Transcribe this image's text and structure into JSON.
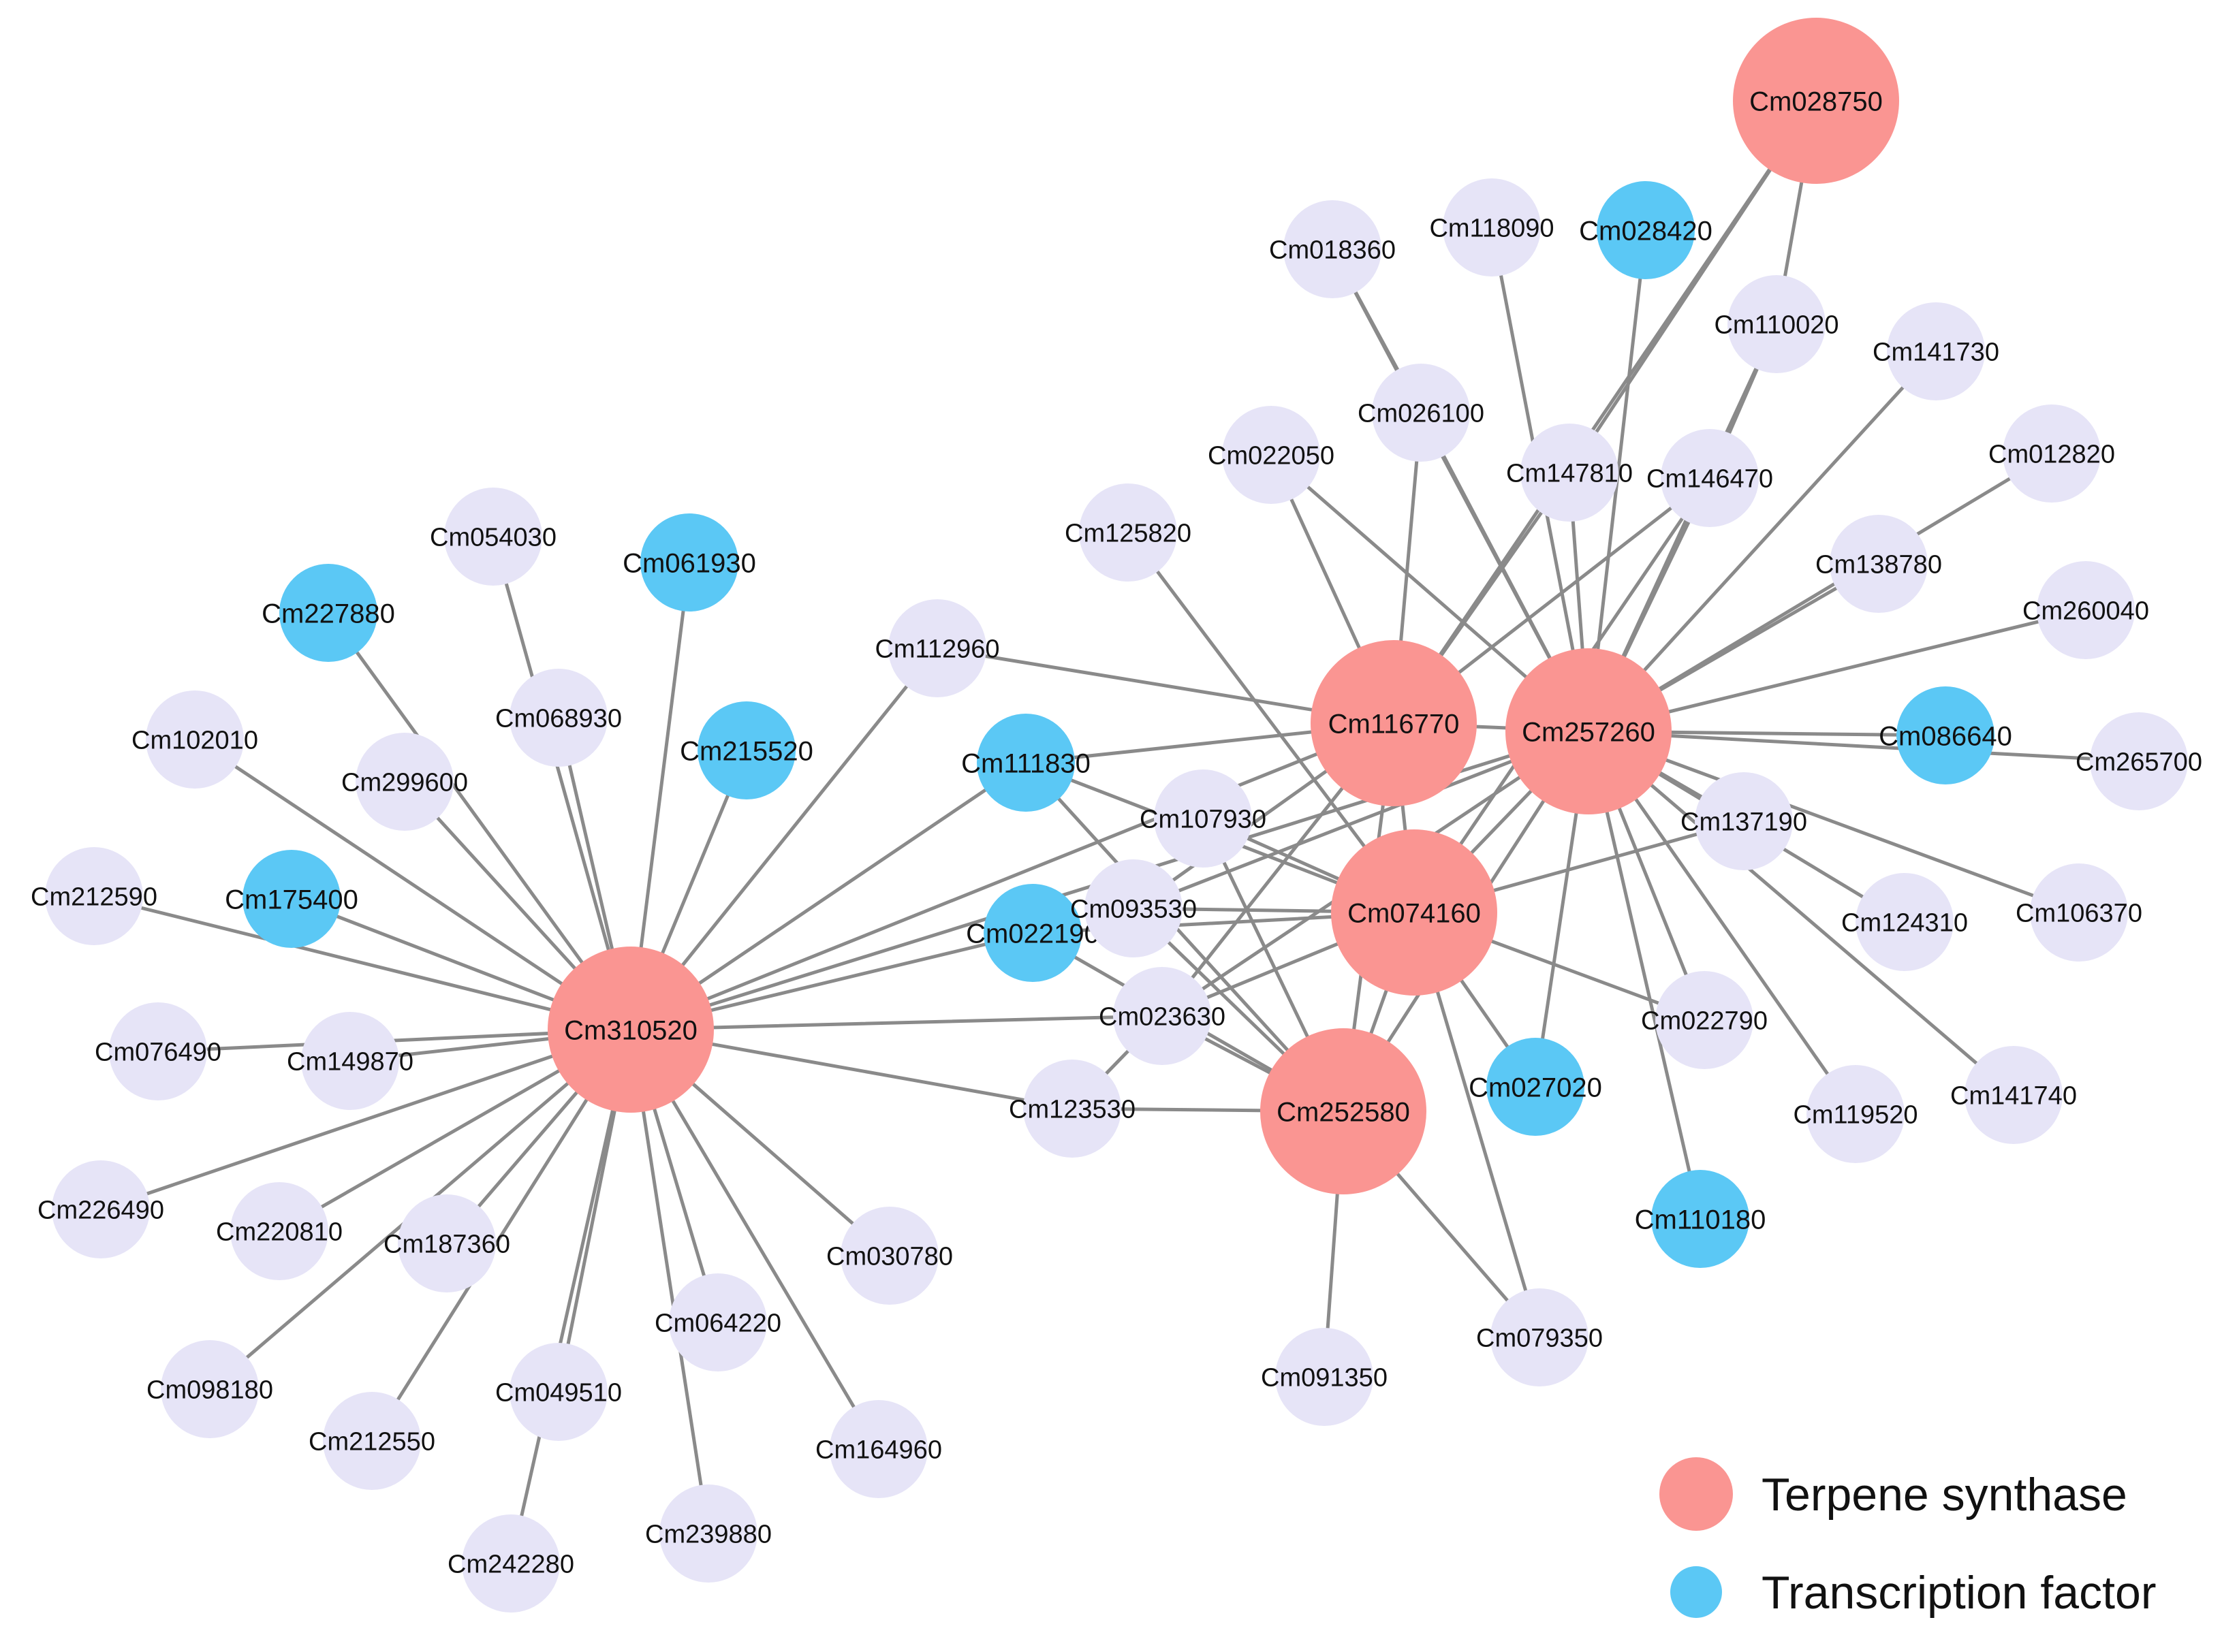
{
  "colors": {
    "terpene": "#fa9592",
    "tf": "#5bc8f5",
    "other": "#e6e4f7",
    "edge": "#8a8a8a",
    "text": "#111111"
  },
  "legend": [
    {
      "label": "Terpene synthase",
      "type": "terpene"
    },
    {
      "label": "Transcription factor",
      "type": "tf"
    }
  ],
  "nodes": [
    {
      "id": "Cm310520",
      "type": "terpene"
    },
    {
      "id": "Cm116770",
      "type": "terpene"
    },
    {
      "id": "Cm257260",
      "type": "terpene"
    },
    {
      "id": "Cm074160",
      "type": "terpene"
    },
    {
      "id": "Cm252580",
      "type": "terpene"
    },
    {
      "id": "Cm028750",
      "type": "terpene"
    },
    {
      "id": "Cm227880",
      "type": "tf"
    },
    {
      "id": "Cm061930",
      "type": "tf"
    },
    {
      "id": "Cm215520",
      "type": "tf"
    },
    {
      "id": "Cm175400",
      "type": "tf"
    },
    {
      "id": "Cm111830",
      "type": "tf"
    },
    {
      "id": "Cm022190",
      "type": "tf"
    },
    {
      "id": "Cm028420",
      "type": "tf"
    },
    {
      "id": "Cm086640",
      "type": "tf"
    },
    {
      "id": "Cm027020",
      "type": "tf"
    },
    {
      "id": "Cm110180",
      "type": "tf"
    },
    {
      "id": "Cm054030",
      "type": "other"
    },
    {
      "id": "Cm068930",
      "type": "other"
    },
    {
      "id": "Cm102010",
      "type": "other"
    },
    {
      "id": "Cm299600",
      "type": "other"
    },
    {
      "id": "Cm212590",
      "type": "other"
    },
    {
      "id": "Cm076490",
      "type": "other"
    },
    {
      "id": "Cm149870",
      "type": "other"
    },
    {
      "id": "Cm226490",
      "type": "other"
    },
    {
      "id": "Cm220810",
      "type": "other"
    },
    {
      "id": "Cm187360",
      "type": "other"
    },
    {
      "id": "Cm098180",
      "type": "other"
    },
    {
      "id": "Cm212550",
      "type": "other"
    },
    {
      "id": "Cm049510",
      "type": "other"
    },
    {
      "id": "Cm242280",
      "type": "other"
    },
    {
      "id": "Cm064220",
      "type": "other"
    },
    {
      "id": "Cm239880",
      "type": "other"
    },
    {
      "id": "Cm030780",
      "type": "other"
    },
    {
      "id": "Cm164960",
      "type": "other"
    },
    {
      "id": "Cm112960",
      "type": "other"
    },
    {
      "id": "Cm107930",
      "type": "other"
    },
    {
      "id": "Cm093530",
      "type": "other"
    },
    {
      "id": "Cm023630",
      "type": "other"
    },
    {
      "id": "Cm123530",
      "type": "other"
    },
    {
      "id": "Cm125820",
      "type": "other"
    },
    {
      "id": "Cm022050",
      "type": "other"
    },
    {
      "id": "Cm018360",
      "type": "other"
    },
    {
      "id": "Cm026100",
      "type": "other"
    },
    {
      "id": "Cm118090",
      "type": "other"
    },
    {
      "id": "Cm147810",
      "type": "other"
    },
    {
      "id": "Cm146470",
      "type": "other"
    },
    {
      "id": "Cm110020",
      "type": "other"
    },
    {
      "id": "Cm141730",
      "type": "other"
    },
    {
      "id": "Cm012820",
      "type": "other"
    },
    {
      "id": "Cm138780",
      "type": "other"
    },
    {
      "id": "Cm260040",
      "type": "other"
    },
    {
      "id": "Cm265700",
      "type": "other"
    },
    {
      "id": "Cm137190",
      "type": "other"
    },
    {
      "id": "Cm124310",
      "type": "other"
    },
    {
      "id": "Cm106370",
      "type": "other"
    },
    {
      "id": "Cm022790",
      "type": "other"
    },
    {
      "id": "Cm119520",
      "type": "other"
    },
    {
      "id": "Cm141740",
      "type": "other"
    },
    {
      "id": "Cm079350",
      "type": "other"
    },
    {
      "id": "Cm091350",
      "type": "other"
    }
  ],
  "edges": [
    [
      "Cm310520",
      "Cm227880"
    ],
    [
      "Cm310520",
      "Cm054030"
    ],
    [
      "Cm310520",
      "Cm061930"
    ],
    [
      "Cm310520",
      "Cm068930"
    ],
    [
      "Cm310520",
      "Cm215520"
    ],
    [
      "Cm310520",
      "Cm102010"
    ],
    [
      "Cm310520",
      "Cm299600"
    ],
    [
      "Cm310520",
      "Cm212590"
    ],
    [
      "Cm310520",
      "Cm175400"
    ],
    [
      "Cm310520",
      "Cm076490"
    ],
    [
      "Cm310520",
      "Cm149870"
    ],
    [
      "Cm310520",
      "Cm226490"
    ],
    [
      "Cm310520",
      "Cm220810"
    ],
    [
      "Cm310520",
      "Cm187360"
    ],
    [
      "Cm310520",
      "Cm098180"
    ],
    [
      "Cm310520",
      "Cm212550"
    ],
    [
      "Cm310520",
      "Cm049510"
    ],
    [
      "Cm310520",
      "Cm242280"
    ],
    [
      "Cm310520",
      "Cm064220"
    ],
    [
      "Cm310520",
      "Cm239880"
    ],
    [
      "Cm310520",
      "Cm030780"
    ],
    [
      "Cm310520",
      "Cm164960"
    ],
    [
      "Cm310520",
      "Cm112960"
    ],
    [
      "Cm310520",
      "Cm111830"
    ],
    [
      "Cm310520",
      "Cm022190"
    ],
    [
      "Cm310520",
      "Cm023630"
    ],
    [
      "Cm310520",
      "Cm123530"
    ],
    [
      "Cm310520",
      "Cm116770"
    ],
    [
      "Cm310520",
      "Cm257260"
    ],
    [
      "Cm116770",
      "Cm112960"
    ],
    [
      "Cm116770",
      "Cm111830"
    ],
    [
      "Cm116770",
      "Cm022050"
    ],
    [
      "Cm116770",
      "Cm026100"
    ],
    [
      "Cm116770",
      "Cm147810"
    ],
    [
      "Cm116770",
      "Cm146470"
    ],
    [
      "Cm116770",
      "Cm028750"
    ],
    [
      "Cm116770",
      "Cm257260"
    ],
    [
      "Cm116770",
      "Cm074160"
    ],
    [
      "Cm116770",
      "Cm023630"
    ],
    [
      "Cm116770",
      "Cm093530"
    ],
    [
      "Cm116770",
      "Cm252580"
    ],
    [
      "Cm257260",
      "Cm018360"
    ],
    [
      "Cm257260",
      "Cm118090"
    ],
    [
      "Cm257260",
      "Cm028420"
    ],
    [
      "Cm257260",
      "Cm110020"
    ],
    [
      "Cm257260",
      "Cm141730"
    ],
    [
      "Cm257260",
      "Cm012820"
    ],
    [
      "Cm257260",
      "Cm138780"
    ],
    [
      "Cm257260",
      "Cm260040"
    ],
    [
      "Cm257260",
      "Cm086640"
    ],
    [
      "Cm257260",
      "Cm265700"
    ],
    [
      "Cm257260",
      "Cm137190"
    ],
    [
      "Cm257260",
      "Cm124310"
    ],
    [
      "Cm257260",
      "Cm106370"
    ],
    [
      "Cm257260",
      "Cm022790"
    ],
    [
      "Cm257260",
      "Cm119520"
    ],
    [
      "Cm257260",
      "Cm141740"
    ],
    [
      "Cm257260",
      "Cm110180"
    ],
    [
      "Cm257260",
      "Cm027020"
    ],
    [
      "Cm257260",
      "Cm074160"
    ],
    [
      "Cm257260",
      "Cm147810"
    ],
    [
      "Cm257260",
      "Cm146470"
    ],
    [
      "Cm257260",
      "Cm022050"
    ],
    [
      "Cm257260",
      "Cm023630"
    ],
    [
      "Cm257260",
      "Cm252580"
    ],
    [
      "Cm257260",
      "Cm026100"
    ],
    [
      "Cm257260",
      "Cm093530"
    ],
    [
      "Cm074160",
      "Cm107930"
    ],
    [
      "Cm074160",
      "Cm093530"
    ],
    [
      "Cm074160",
      "Cm022190"
    ],
    [
      "Cm074160",
      "Cm023630"
    ],
    [
      "Cm074160",
      "Cm137190"
    ],
    [
      "Cm074160",
      "Cm022790"
    ],
    [
      "Cm074160",
      "Cm027020"
    ],
    [
      "Cm074160",
      "Cm079350"
    ],
    [
      "Cm074160",
      "Cm252580"
    ],
    [
      "Cm074160",
      "Cm125820"
    ],
    [
      "Cm074160",
      "Cm111830"
    ],
    [
      "Cm074160",
      "Cm146470"
    ],
    [
      "Cm252580",
      "Cm107930"
    ],
    [
      "Cm252580",
      "Cm093530"
    ],
    [
      "Cm252580",
      "Cm022190"
    ],
    [
      "Cm252580",
      "Cm023630"
    ],
    [
      "Cm252580",
      "Cm123530"
    ],
    [
      "Cm252580",
      "Cm091350"
    ],
    [
      "Cm252580",
      "Cm079350"
    ],
    [
      "Cm252580",
      "Cm111830"
    ],
    [
      "Cm026100",
      "Cm018360"
    ],
    [
      "Cm110020",
      "Cm028750"
    ],
    [
      "Cm146470",
      "Cm110020"
    ],
    [
      "Cm147810",
      "Cm028750"
    ],
    [
      "Cm023630",
      "Cm123530"
    ]
  ]
}
